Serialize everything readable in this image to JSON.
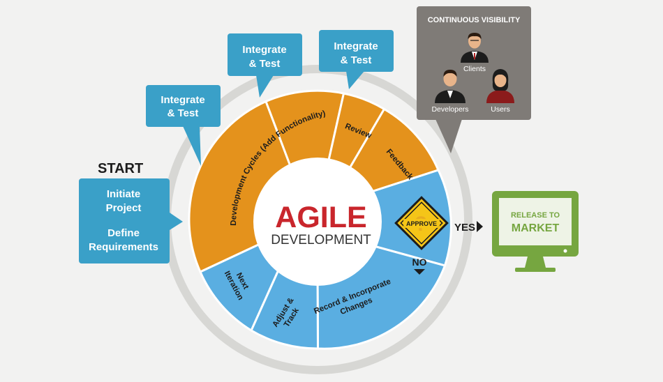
{
  "diagram": {
    "center": {
      "title": "AGILE",
      "subtitle": "DEVELOPMENT"
    },
    "start": {
      "label": "START",
      "box_line1": "Initiate",
      "box_line2": "Project",
      "box_line3": "Define",
      "box_line4": "Requirements"
    },
    "segments": {
      "development_cycles": "Development Cycles (Add Functionality)",
      "review": "Review",
      "feedback": "Feedback",
      "approve": "APPROVE",
      "record_line1": "Record & Incorporate",
      "record_line2": "Changes",
      "adjust_line1": "Adjust &",
      "adjust_line2": "Track",
      "next_line1": "Next",
      "next_line2": "Iteration"
    },
    "integrate_bubbles": [
      {
        "line1": "Integrate",
        "line2": "& Test"
      },
      {
        "line1": "Integrate",
        "line2": "& Test"
      },
      {
        "line1": "Integrate",
        "line2": "& Test"
      }
    ],
    "yes_label": "YES",
    "no_label": "NO",
    "visibility": {
      "title": "CONTINUOUS VISIBILITY",
      "clients": "Clients",
      "developers": "Developers",
      "users": "Users"
    },
    "release": {
      "line1": "RELEASE TO",
      "line2": "MARKET"
    },
    "colors": {
      "orange": "#e4921c",
      "blue": "#5aaee1",
      "teal": "#3aa0c8",
      "red": "#c9262c",
      "gray_ring": "#d7d7d4",
      "green": "#76a640",
      "visibility_box": "#7f7b77"
    }
  }
}
